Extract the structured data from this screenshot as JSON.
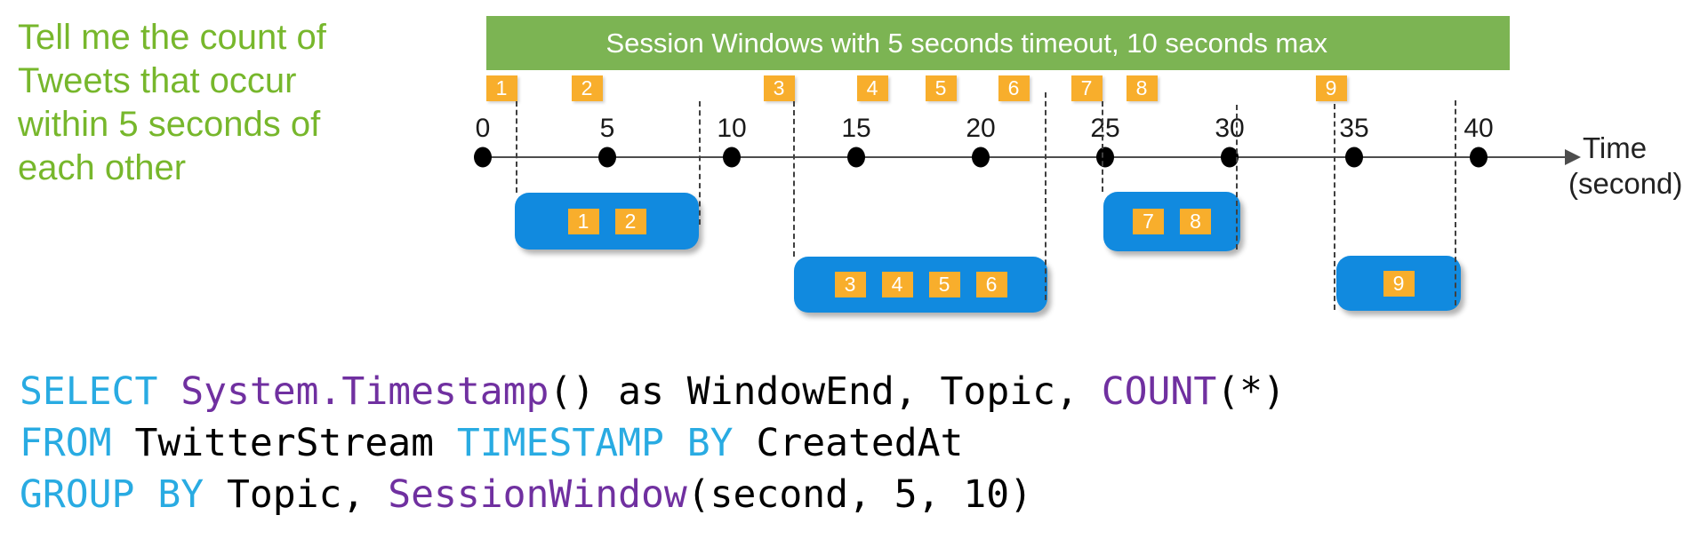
{
  "colors": {
    "green_text": "#77B72C",
    "green_banner": "#7CB453",
    "orange": "#F8AE2C",
    "blue": "#118ADF",
    "code_cyan": "#29ABE2",
    "code_purple": "#7030A0",
    "code_black": "#000000"
  },
  "prompt": {
    "text": "Tell me the count of Tweets that occur within 5 seconds of each other"
  },
  "banner": {
    "label": "Session Windows with 5 seconds timeout, 10 seconds max"
  },
  "timeline": {
    "ticks": [
      "0",
      "5",
      "10",
      "15",
      "20",
      "25",
      "30",
      "35",
      "40"
    ],
    "axis_label_line1": "Time",
    "axis_label_line2": "(second)"
  },
  "events": [
    {
      "label": "1"
    },
    {
      "label": "2"
    },
    {
      "label": "3"
    },
    {
      "label": "4"
    },
    {
      "label": "5"
    },
    {
      "label": "6"
    },
    {
      "label": "7"
    },
    {
      "label": "8"
    },
    {
      "label": "9"
    }
  ],
  "windows": [
    {
      "events": [
        "1",
        "2"
      ]
    },
    {
      "events": [
        "3",
        "4",
        "5",
        "6"
      ]
    },
    {
      "events": [
        "7",
        "8"
      ]
    },
    {
      "events": [
        "9"
      ]
    }
  ],
  "sql": {
    "lines": [
      [
        {
          "text": "SELECT ",
          "type": "kw"
        },
        {
          "text": "System.Timestamp",
          "type": "fn"
        },
        {
          "text": "() as WindowEnd, Topic, ",
          "type": "pl"
        },
        {
          "text": "COUNT",
          "type": "fn"
        },
        {
          "text": "(*)",
          "type": "pl"
        }
      ],
      [
        {
          "text": "FROM ",
          "type": "kw"
        },
        {
          "text": "TwitterStream ",
          "type": "pl"
        },
        {
          "text": "TIMESTAMP BY ",
          "type": "kw"
        },
        {
          "text": "CreatedAt",
          "type": "pl"
        }
      ],
      [
        {
          "text": "GROUP BY ",
          "type": "kw"
        },
        {
          "text": "Topic, ",
          "type": "pl"
        },
        {
          "text": "SessionWindow",
          "type": "fn"
        },
        {
          "text": "(second, 5, 10)",
          "type": "pl"
        }
      ]
    ]
  }
}
